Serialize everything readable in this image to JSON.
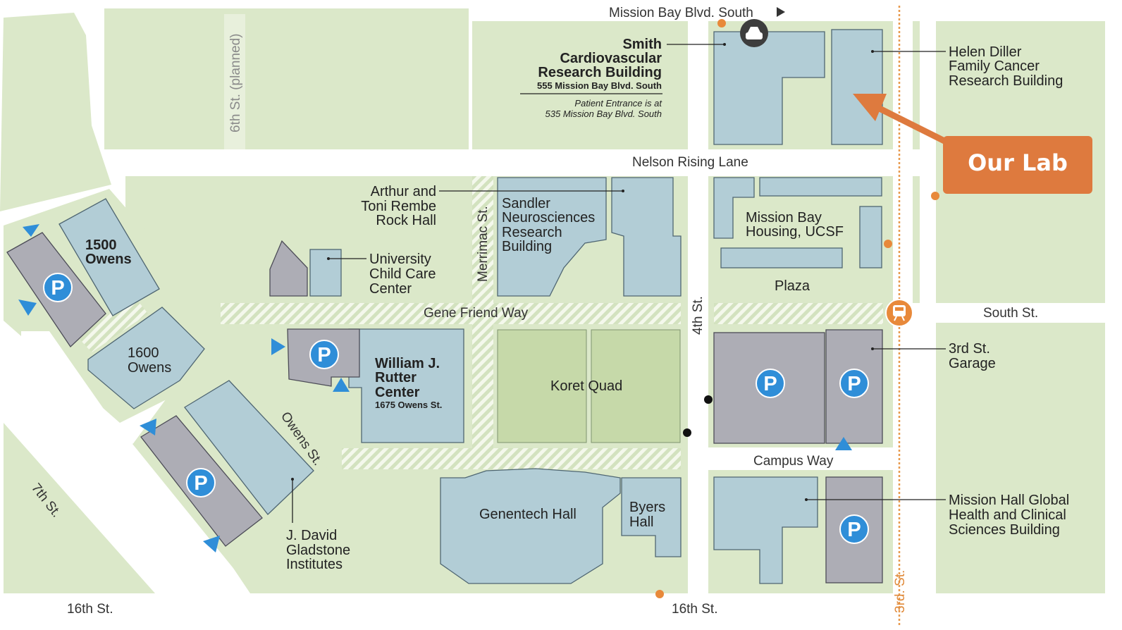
{
  "map": {
    "streets": {
      "mission_bay_blvd_south": "Mission Bay Blvd. South",
      "sixth_planned": "6th St. (planned)",
      "nelson_rising_lane": "Nelson Rising Lane",
      "merrimac": "Merrimac St.",
      "gene_friend_way": "Gene Friend Way",
      "fourth": "4th St.",
      "south": "South St.",
      "owens": "Owens St.",
      "campus_way": "Campus Way",
      "seventh": "7th St.",
      "sixteenth_left": "16th St.",
      "sixteenth_right": "16th St.",
      "third": "3rd. St."
    },
    "buildings": {
      "smith": {
        "name": [
          "Smith",
          "Cardiovascular",
          "Research Building"
        ],
        "address": "555 Mission Bay Blvd. South",
        "note": [
          "Patient Entrance is at",
          "535 Mission Bay Blvd. South"
        ]
      },
      "helen_diller": [
        "Helen Diller",
        "Family Cancer",
        "Research Building"
      ],
      "rock_hall": [
        "Arthur and",
        "Toni Rembe",
        "Rock Hall"
      ],
      "sandler": [
        "Sandler",
        "Neurosciences",
        "Research",
        "Building"
      ],
      "mission_bay_housing": [
        "Mission Bay",
        "Housing, UCSF"
      ],
      "plaza": "Plaza",
      "child_care": [
        "University",
        "Child Care",
        "Center"
      ],
      "owens_1500": [
        "1500",
        "Owens"
      ],
      "owens_1600": [
        "1600",
        "Owens"
      ],
      "rutter": {
        "name": [
          "William J.",
          "Rutter",
          "Center"
        ],
        "address": "1675 Owens St."
      },
      "koret_quad": "Koret Quad",
      "third_st_garage": [
        "3rd St.",
        "Garage"
      ],
      "genentech_hall": "Genentech Hall",
      "byers_hall": [
        "Byers",
        "Hall"
      ],
      "gladstone": [
        "J. David",
        "Gladstone",
        "Institutes"
      ],
      "mission_hall": [
        "Mission Hall Global",
        "Health and Clinical",
        "Sciences Building"
      ]
    },
    "callout": {
      "label": "Our Lab",
      "color": "#de7a3e"
    },
    "parking_symbol": "P",
    "colors": {
      "ground": "#dbe8c9",
      "building": "#b2cdd6",
      "garage": "#adadb5",
      "quad": "#c6d9a9",
      "parking": "#2f8ed8",
      "rail": "#e89a4e"
    }
  }
}
